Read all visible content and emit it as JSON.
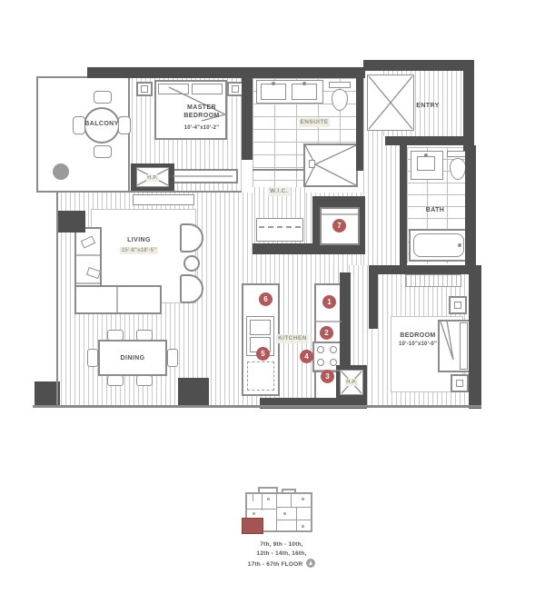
{
  "plan": {
    "rooms": [
      {
        "id": "balcony",
        "label": "BALCONY"
      },
      {
        "id": "master-bedroom",
        "label": "MASTER BEDROOM",
        "dims": "10'-4\"x10'-2\""
      },
      {
        "id": "ensuite",
        "label": "ENSUITE"
      },
      {
        "id": "wic",
        "label": "W.I.C."
      },
      {
        "id": "entry",
        "label": "ENTRY"
      },
      {
        "id": "bath",
        "label": "BATH"
      },
      {
        "id": "living",
        "label": "LIVING",
        "dims": "15'-8\"x18'-5\""
      },
      {
        "id": "dining",
        "label": "DINING"
      },
      {
        "id": "kitchen",
        "label": "KITCHEN"
      },
      {
        "id": "bedroom",
        "label": "BEDROOM",
        "dims": "10'-10\"x10'-0\""
      }
    ],
    "hp_label": "H.P.",
    "markers": [
      "1",
      "2",
      "3",
      "4",
      "5",
      "6",
      "7"
    ]
  },
  "keyplan": {
    "lines": [
      "7th, 9th - 10th,",
      "12th - 14th, 16th,",
      "17th - 67th FLOOR"
    ]
  },
  "colors": {
    "wall": "#4f4f4f",
    "marker": "#b25858",
    "keyplan_unit_highlight": "#a65353",
    "label_badge_bg": "#f0eee4"
  }
}
